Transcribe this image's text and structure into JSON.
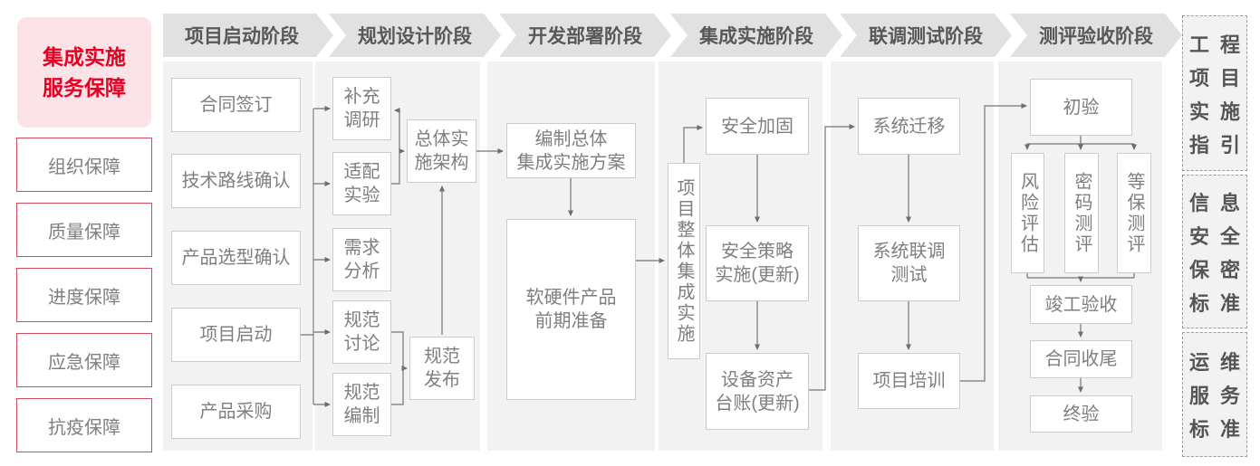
{
  "colors": {
    "accent_red": "#e60021",
    "pink_bg": "#fbe3e7",
    "red_box_border": "#d24a5e",
    "header_bg": "#e1e1e1",
    "panel_bg": "#f2f2f2",
    "node_border": "#cccccc",
    "node_text": "#7f7f7f",
    "header_text": "#595757",
    "connector": "#757575"
  },
  "sidebar": {
    "title": "集成实施\n服务保障",
    "items": [
      "组织保障",
      "质量保障",
      "进度保障",
      "应急保障",
      "抗疫保障"
    ]
  },
  "phases": [
    {
      "label": "项目启动阶段",
      "nodes": [
        "合同签订",
        "技术路线确认",
        "产品选型确认",
        "项目启动",
        "产品采购"
      ]
    },
    {
      "label": "规划设计阶段",
      "nodes": [
        "补充\n调研",
        "适配\n实验",
        "需求\n分析",
        "规范\n讨论",
        "规范\n编制",
        "总体实\n施架构",
        "规范\n发布"
      ]
    },
    {
      "label": "开发部署阶段",
      "nodes": [
        "编制总体\n集成实施方案",
        "软硬件产品\n前期准备"
      ]
    },
    {
      "label": "集成实施阶段",
      "nodes": [
        "项目整体集成实施",
        "安全加固",
        "安全策略\n实施(更新)",
        "设备资产\n台账(更新)"
      ]
    },
    {
      "label": "联调测试阶段",
      "nodes": [
        "系统迁移",
        "系统联调\n测试",
        "项目培训"
      ]
    },
    {
      "label": "测评验收阶段",
      "nodes": [
        "初验",
        "风险评估",
        "密码测评",
        "等保测评",
        "竣工验收",
        "合同收尾",
        "终验"
      ]
    }
  ],
  "right_panels": [
    {
      "rows": [
        "工程",
        "项目",
        "实施",
        "指引"
      ]
    },
    {
      "rows": [
        "信息",
        "安全",
        "保密",
        "标准"
      ]
    },
    {
      "rows": [
        "运维",
        "服务",
        "标准"
      ]
    }
  ]
}
